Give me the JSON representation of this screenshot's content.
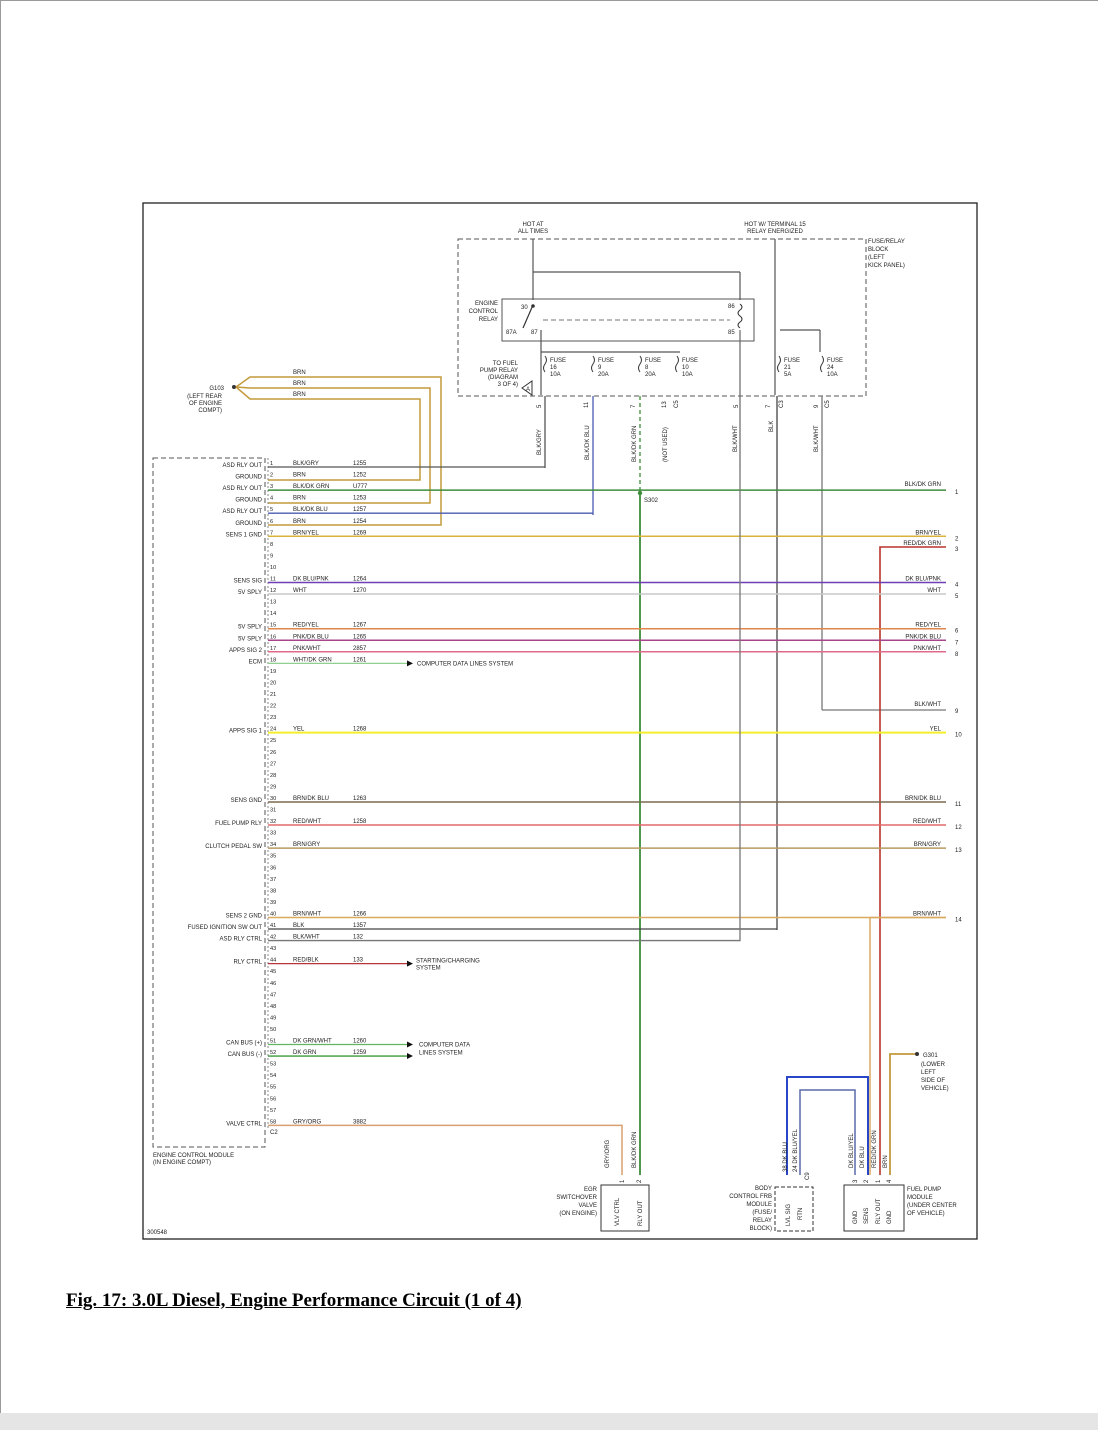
{
  "caption": "Fig. 17: 3.0L Diesel, Engine Performance Circuit (1 of 4)",
  "diagram_id": "300548",
  "colors": {
    "brn": "#c39a3c",
    "blk": "#444444",
    "blk_dk_grn": "#3d8c3a",
    "blk_dk_blu": "#4a5bb0",
    "brn_yel": "#d9b33a",
    "dk_blu_pnk": "#6f3fb5",
    "wht": "#c8c8c8",
    "red_yel": "#e2854a",
    "pnk_dk_blu": "#a6458a",
    "pnk_wht": "#e06a8a",
    "wht_dk_grn": "#8fcf8f",
    "yel": "#f2ef2a",
    "brn_dk_blu": "#7a6a50",
    "red_wht": "#e36a6a",
    "brn_gry": "#b89a60",
    "brn_wht": "#d9aa60",
    "blk_wht": "#777777",
    "red_blk": "#b8343a",
    "dk_grn": "#3a9a3a",
    "dk_grn_wht": "#5fb85f",
    "gry_org": "#d8a070",
    "red_dk_grn": "#b8342a",
    "dk_blu": "#2747c8",
    "dk_blu_yel": "#5a6aa8",
    "blk_gry": "#555555"
  },
  "top": {
    "hot_at_all_times": [
      "HOT AT",
      "ALL TIMES"
    ],
    "hot_w_terminal": [
      "HOT W/ TERMINAL 15",
      "RELAY ENERGIZED"
    ],
    "fuse_block": [
      "FUSE/RELAY",
      "BLOCK",
      "(LEFT",
      "KICK PANEL)"
    ],
    "relay_label": [
      "ENGINE",
      "CONTROL",
      "RELAY"
    ],
    "relay_pins": {
      "p30": "30",
      "p87a": "87A",
      "p87": "87",
      "p86": "86",
      "p85": "85"
    },
    "to_fuel_pump": [
      "TO FUEL",
      "PUMP RELAY",
      "(DIAGRAM",
      "3 OF 4)"
    ],
    "connector_a": "A",
    "fuses": [
      {
        "lines": [
          "FUSE",
          "16",
          "10A"
        ]
      },
      {
        "lines": [
          "FUSE",
          "9",
          "20A"
        ]
      },
      {
        "lines": [
          "FUSE",
          "8",
          "20A"
        ]
      },
      {
        "lines": [
          "FUSE",
          "10",
          "10A"
        ]
      },
      {
        "lines": [
          "FUSE",
          "21",
          "5A"
        ]
      },
      {
        "lines": [
          "FUSE",
          "24",
          "10A"
        ]
      }
    ],
    "drop_pins": [
      "5",
      "11",
      "7",
      "13",
      "C5",
      "5",
      "7",
      "C3",
      "9",
      "C5"
    ],
    "drop_wires": [
      "BLK/GRY",
      "BLK/DK BLU",
      "BLK/DK GRN",
      "(NOT USED)",
      "BLK/WHT",
      "BLK",
      "BLK/WHT"
    ],
    "splice": "S302"
  },
  "ground_g103": {
    "id": "G103",
    "desc": [
      "(LEFT REAR",
      "OF ENGINE",
      "COMPT)"
    ],
    "wires": [
      "BRN",
      "BRN",
      "BRN"
    ]
  },
  "ecm": {
    "pins": [
      {
        "pin": "1",
        "label": "ASD RLY OUT",
        "color": "BLK/GRY",
        "circuit": "1255"
      },
      {
        "pin": "2",
        "label": "GROUND",
        "color": "BRN",
        "circuit": "1252"
      },
      {
        "pin": "3",
        "label": "ASD RLY OUT",
        "color": "BLK/DK GRN",
        "circuit": "U777"
      },
      {
        "pin": "4",
        "label": "GROUND",
        "color": "BRN",
        "circuit": "1253"
      },
      {
        "pin": "5",
        "label": "ASD RLY OUT",
        "color": "BLK/DK BLU",
        "circuit": "1257"
      },
      {
        "pin": "6",
        "label": "GROUND",
        "color": "BRN",
        "circuit": "1254"
      },
      {
        "pin": "7",
        "label": "SENS 1 GND",
        "color": "BRN/YEL",
        "circuit": "1269"
      },
      {
        "pin": "8"
      },
      {
        "pin": "9"
      },
      {
        "pin": "10"
      },
      {
        "pin": "11",
        "label": "SENS SIG",
        "color": "DK BLU/PNK",
        "circuit": "1264"
      },
      {
        "pin": "12",
        "label": "5V SPLY",
        "color": "WHT",
        "circuit": "1270"
      },
      {
        "pin": "13"
      },
      {
        "pin": "14"
      },
      {
        "pin": "15",
        "label": "5V SPLY",
        "color": "RED/YEL",
        "circuit": "1267"
      },
      {
        "pin": "16",
        "label": "5V SPLY",
        "color": "PNK/DK BLU",
        "circuit": "1265"
      },
      {
        "pin": "17",
        "label": "APPS SIG 2",
        "color": "PNK/WHT",
        "circuit": "2857"
      },
      {
        "pin": "18",
        "label": "ECM",
        "color": "WHT/DK GRN",
        "circuit": "1261"
      },
      {
        "pin": "19"
      },
      {
        "pin": "20"
      },
      {
        "pin": "21"
      },
      {
        "pin": "22"
      },
      {
        "pin": "23"
      },
      {
        "pin": "24",
        "label": "APPS SIG 1",
        "color": "YEL",
        "circuit": "1268"
      },
      {
        "pin": "25"
      },
      {
        "pin": "26"
      },
      {
        "pin": "27"
      },
      {
        "pin": "28"
      },
      {
        "pin": "29"
      },
      {
        "pin": "30",
        "label": "SENS GND",
        "color": "BRN/DK BLU",
        "circuit": "1263"
      },
      {
        "pin": "31"
      },
      {
        "pin": "32",
        "label": "FUEL PUMP RLY",
        "color": "RED/WHT",
        "circuit": "1258"
      },
      {
        "pin": "33"
      },
      {
        "pin": "34",
        "label": "CLUTCH PEDAL SW",
        "color": "BRN/GRY",
        "circuit": ""
      },
      {
        "pin": "35"
      },
      {
        "pin": "36"
      },
      {
        "pin": "37"
      },
      {
        "pin": "38"
      },
      {
        "pin": "39"
      },
      {
        "pin": "40",
        "label": "SENS 2 GND",
        "color": "BRN/WHT",
        "circuit": "1266"
      },
      {
        "pin": "41",
        "label": "FUSED IGNITION SW OUT",
        "color": "BLK",
        "circuit": "1357"
      },
      {
        "pin": "42",
        "label": "ASD RLY CTRL",
        "color": "BLK/WHT",
        "circuit": "132"
      },
      {
        "pin": "43"
      },
      {
        "pin": "44",
        "label": "RLY CTRL",
        "color": "RED/BLK",
        "circuit": "133"
      },
      {
        "pin": "45"
      },
      {
        "pin": "46"
      },
      {
        "pin": "47"
      },
      {
        "pin": "48"
      },
      {
        "pin": "49"
      },
      {
        "pin": "50"
      },
      {
        "pin": "51",
        "label": "CAN BUS (+)",
        "color": "DK GRN/WHT",
        "circuit": "1260"
      },
      {
        "pin": "52",
        "label": "CAN BUS (-)",
        "color": "DK GRN",
        "circuit": "1259"
      },
      {
        "pin": "53"
      },
      {
        "pin": "54"
      },
      {
        "pin": "55"
      },
      {
        "pin": "56"
      },
      {
        "pin": "57"
      },
      {
        "pin": "58",
        "label": "VALVE CTRL",
        "color": "GRY/ORG",
        "circuit": "3882"
      }
    ],
    "connector": "C2",
    "name": [
      "ENGINE CONTROL MODULE",
      "(IN ENGINE COMPT)"
    ],
    "computer_data_lines": "COMPUTER DATA LINES SYSTEM",
    "starting_charging": [
      "STARTING/CHARGING",
      "SYSTEM"
    ],
    "computer_data_lines2": [
      "COMPUTER DATA",
      "LINES SYSTEM"
    ]
  },
  "right_wires": [
    {
      "label": "BLK/DK GRN",
      "num": "1"
    },
    {
      "label": "BRN/YEL",
      "num": "2"
    },
    {
      "label": "RED/DK GRN",
      "num": "3"
    },
    {
      "label": "DK BLU/PNK",
      "num": "4"
    },
    {
      "label": "WHT",
      "num": "5"
    },
    {
      "label": "RED/YEL",
      "num": "6"
    },
    {
      "label": "PNK/DK BLU",
      "num": "7"
    },
    {
      "label": "PNK/WHT",
      "num": "8"
    },
    {
      "label": "BLK/WHT",
      "num": "9"
    },
    {
      "label": "YEL",
      "num": "10"
    },
    {
      "label": "BRN/DK BLU",
      "num": "11"
    },
    {
      "label": "RED/WHT",
      "num": "12"
    },
    {
      "label": "BRN/GRY",
      "num": "13"
    },
    {
      "label": "BRN/WHT",
      "num": "14"
    }
  ],
  "bottom": {
    "egr": {
      "wires": [
        "GRY/ORG",
        "BLK/DK GRN"
      ],
      "pins": [
        "1",
        "2"
      ],
      "pin_names": [
        "VLV CTRL",
        "RLY OUT"
      ],
      "name": [
        "EGR",
        "SWITCHOVER",
        "VALVE",
        "(ON ENGINE)"
      ]
    },
    "bcm": {
      "wires": [
        "DK BLU",
        "DK BLU/YEL"
      ],
      "pins": [
        "38",
        "24"
      ],
      "connector": "C9",
      "pin_names": [
        "LVL SIG",
        "RTN"
      ],
      "name": [
        "BODY",
        "CONTROL FRB",
        "MODULE",
        "(FUSE/",
        "RELAY",
        "BLOCK)"
      ]
    },
    "fuel_pump": {
      "wires": [
        "DK BLU/YEL",
        "DK BLU",
        "RED/DK GRN",
        "BRN"
      ],
      "pins": [
        "3",
        "2",
        "1",
        "4"
      ],
      "pin_names": [
        "GND",
        "SENS",
        "RLY OUT",
        "GND"
      ],
      "name": [
        "FUEL PUMP",
        "MODULE",
        "(UNDER CENTER",
        "OF VEHICLE)"
      ]
    },
    "g301": {
      "id": "G301",
      "desc": [
        "(LOWER",
        "LEFT",
        "SIDE OF",
        "VEHICLE)"
      ]
    }
  }
}
